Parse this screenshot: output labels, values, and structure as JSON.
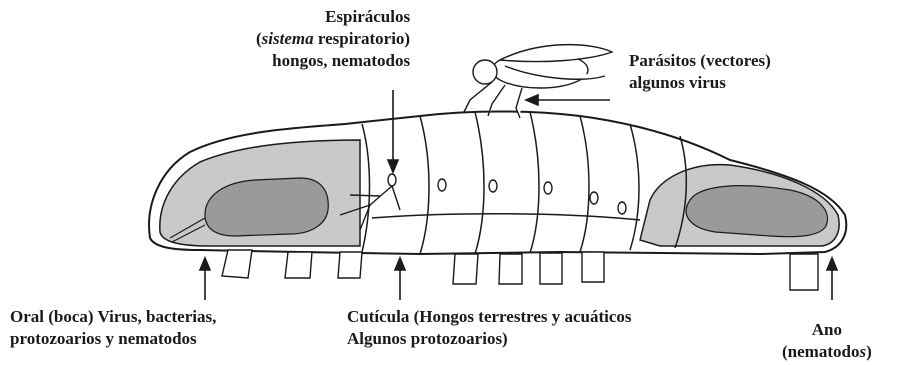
{
  "labels": {
    "espiraculos": {
      "line1": "Espiráculos",
      "line2_italic": "sistema",
      "line2_rest": " respiratorio)",
      "line2_open": "(",
      "line3": "hongos, nematodos"
    },
    "parasitos": {
      "line1": "Parásitos (vectores)",
      "line2": "algunos virus"
    },
    "oral": {
      "line1": "Oral (boca) Virus, bacterias,",
      "line2": "protozoarios y nematodos"
    },
    "cuticula": {
      "line1": "Cutícula (Hongos terrestres y acuáticos",
      "line2": "Algunos protozoarios)"
    },
    "ano": {
      "line1": "Ano",
      "line2_open": "(nemato",
      "line2_mid": "do",
      "line2_italic": "s",
      "line2_close": ")"
    }
  },
  "colors": {
    "ink": "#1a1a1a",
    "shade": "#c9c9c9",
    "shade_dark": "#9a9a9a",
    "body": "#ffffff"
  }
}
